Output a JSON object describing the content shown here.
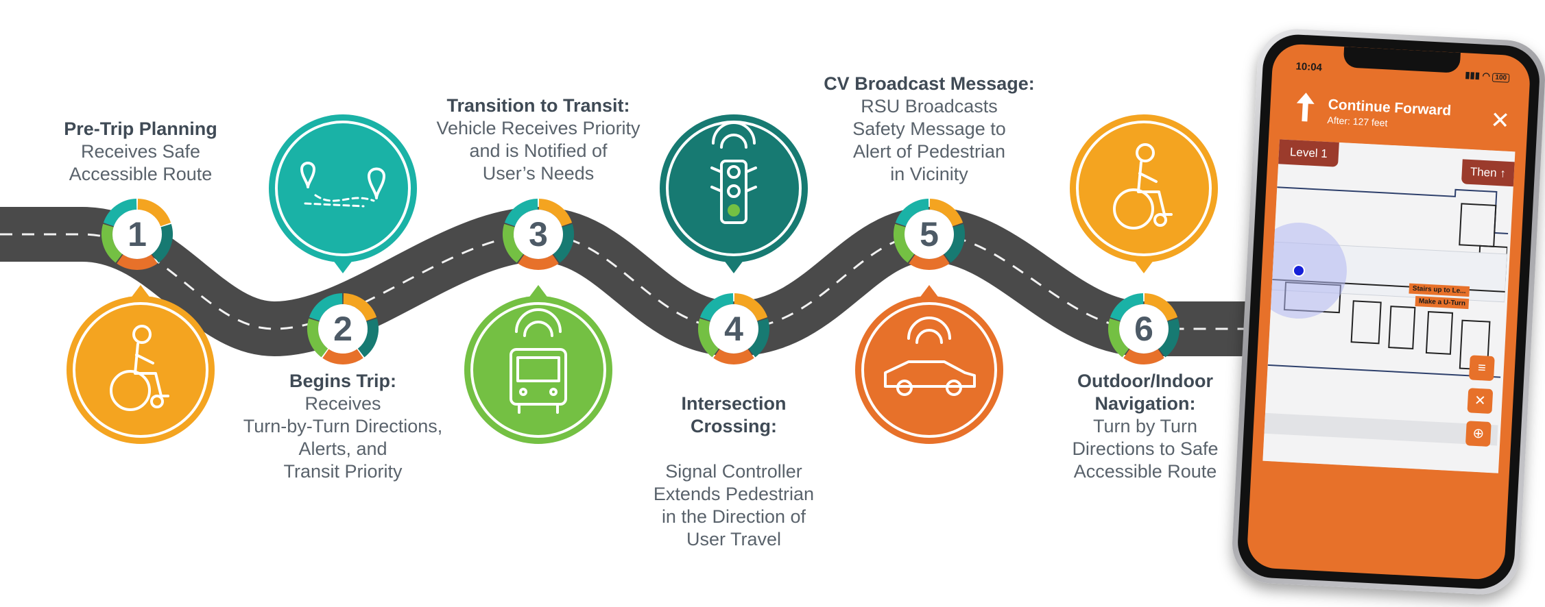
{
  "steps": [
    {
      "number": "1",
      "title": "Pre-Trip Planning",
      "desc": "Receives Safe\nAccessible Route",
      "icon": "wheelchair-user-icon",
      "icon_color": "#f4a420"
    },
    {
      "number": "2",
      "title": "Begins Trip:",
      "desc": "Receives\nTurn-by-Turn Directions,\nAlerts, and\nTransit Priority",
      "icon": "route-map-pins-icon",
      "icon_color": "#1ab2a6"
    },
    {
      "number": "3",
      "title": "Transition to Transit:",
      "desc": "Vehicle Receives Priority\nand is Notified of\nUser’s Needs",
      "icon": "connected-bus-icon",
      "icon_color": "#74c043"
    },
    {
      "number": "4",
      "title": "Intersection\nCrossing:",
      "desc": "Signal Controller\nExtends Pedestrian\nin the Direction of\nUser Travel",
      "icon": "connected-traffic-light-icon",
      "icon_color": "#177a72"
    },
    {
      "number": "5",
      "title": "CV Broadcast Message:",
      "desc": "RSU Broadcasts\nSafety Message to\nAlert of Pedestrian\nin Vicinity",
      "icon": "connected-car-icon",
      "icon_color": "#e7712a"
    },
    {
      "number": "6",
      "title": "Outdoor/Indoor\nNavigation:",
      "desc": "Turn by Turn\nDirections to Safe\nAccessible Route",
      "icon": "wheelchair-user-icon",
      "icon_color": "#f4a420"
    }
  ],
  "ring_colors": [
    "#f4a420",
    "#177a72",
    "#e7712a",
    "#74c043",
    "#1ab2a6"
  ],
  "road_color": "#4a4a4a",
  "phone": {
    "time": "10:04",
    "battery": "100",
    "instruction": "Continue Forward",
    "distance": "After: 127 feet",
    "level": "Level 1",
    "then": "Then",
    "map_labels": [
      "Stairs up to Le...",
      "Make a U-Turn"
    ],
    "accent": "#e7712a"
  }
}
